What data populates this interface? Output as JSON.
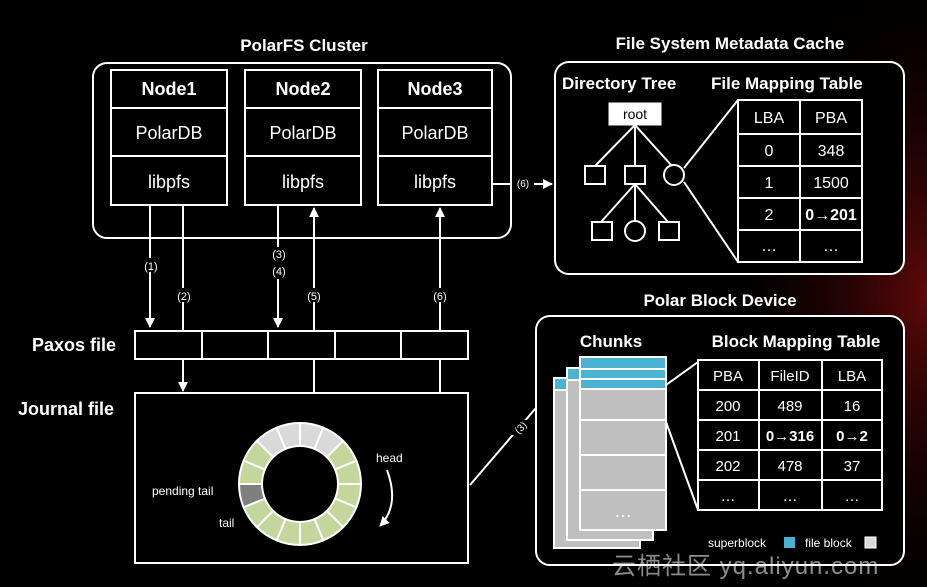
{
  "cluster": {
    "title": "PolarFS Cluster",
    "nodes": [
      {
        "name": "Node1",
        "db": "PolarDB",
        "lib": "libpfs"
      },
      {
        "name": "Node2",
        "db": "PolarDB",
        "lib": "libpfs"
      },
      {
        "name": "Node3",
        "db": "PolarDB",
        "lib": "libpfs"
      }
    ]
  },
  "steps": {
    "s1": "(1)",
    "s2": "(2)",
    "s3": "(3)",
    "s4": "(4)",
    "s5": "(5)",
    "s6": "(6)"
  },
  "paxos_label": "Paxos file",
  "journal": {
    "label": "Journal file",
    "head": "head",
    "pending_tail": "pending tail",
    "tail": "tail"
  },
  "metadata_cache": {
    "title": "File System Metadata Cache",
    "dir_tree_title": "Directory Tree",
    "root": "root",
    "file_mapping_title": "File Mapping Table",
    "headers": [
      "LBA",
      "PBA"
    ],
    "rows": [
      [
        "0",
        "348"
      ],
      [
        "1",
        "1500"
      ],
      [
        "2",
        "0→201"
      ],
      [
        "…",
        "…"
      ]
    ]
  },
  "block_device": {
    "title": "Polar Block Device",
    "chunks_label": "Chunks",
    "chunk_ellipsis": "…",
    "mapping_title": "Block Mapping Table",
    "headers": [
      "PBA",
      "FileID",
      "LBA"
    ],
    "rows": [
      [
        "200",
        "489",
        "16"
      ],
      [
        "201",
        "0→316",
        "0→2"
      ],
      [
        "202",
        "478",
        "37"
      ],
      [
        "…",
        "…",
        "…"
      ]
    ],
    "legend_superblock": "superblock",
    "legend_fileblock": "file block"
  },
  "watermark": "云栖社区 yq.aliyun.com",
  "colors": {
    "superblock": "#4bb3d2",
    "file_block": "#d9d9d9",
    "ring_green": "#c3d69b",
    "ring_gray": "#d9d9d9",
    "ring_dark": "#7f7f7f"
  }
}
